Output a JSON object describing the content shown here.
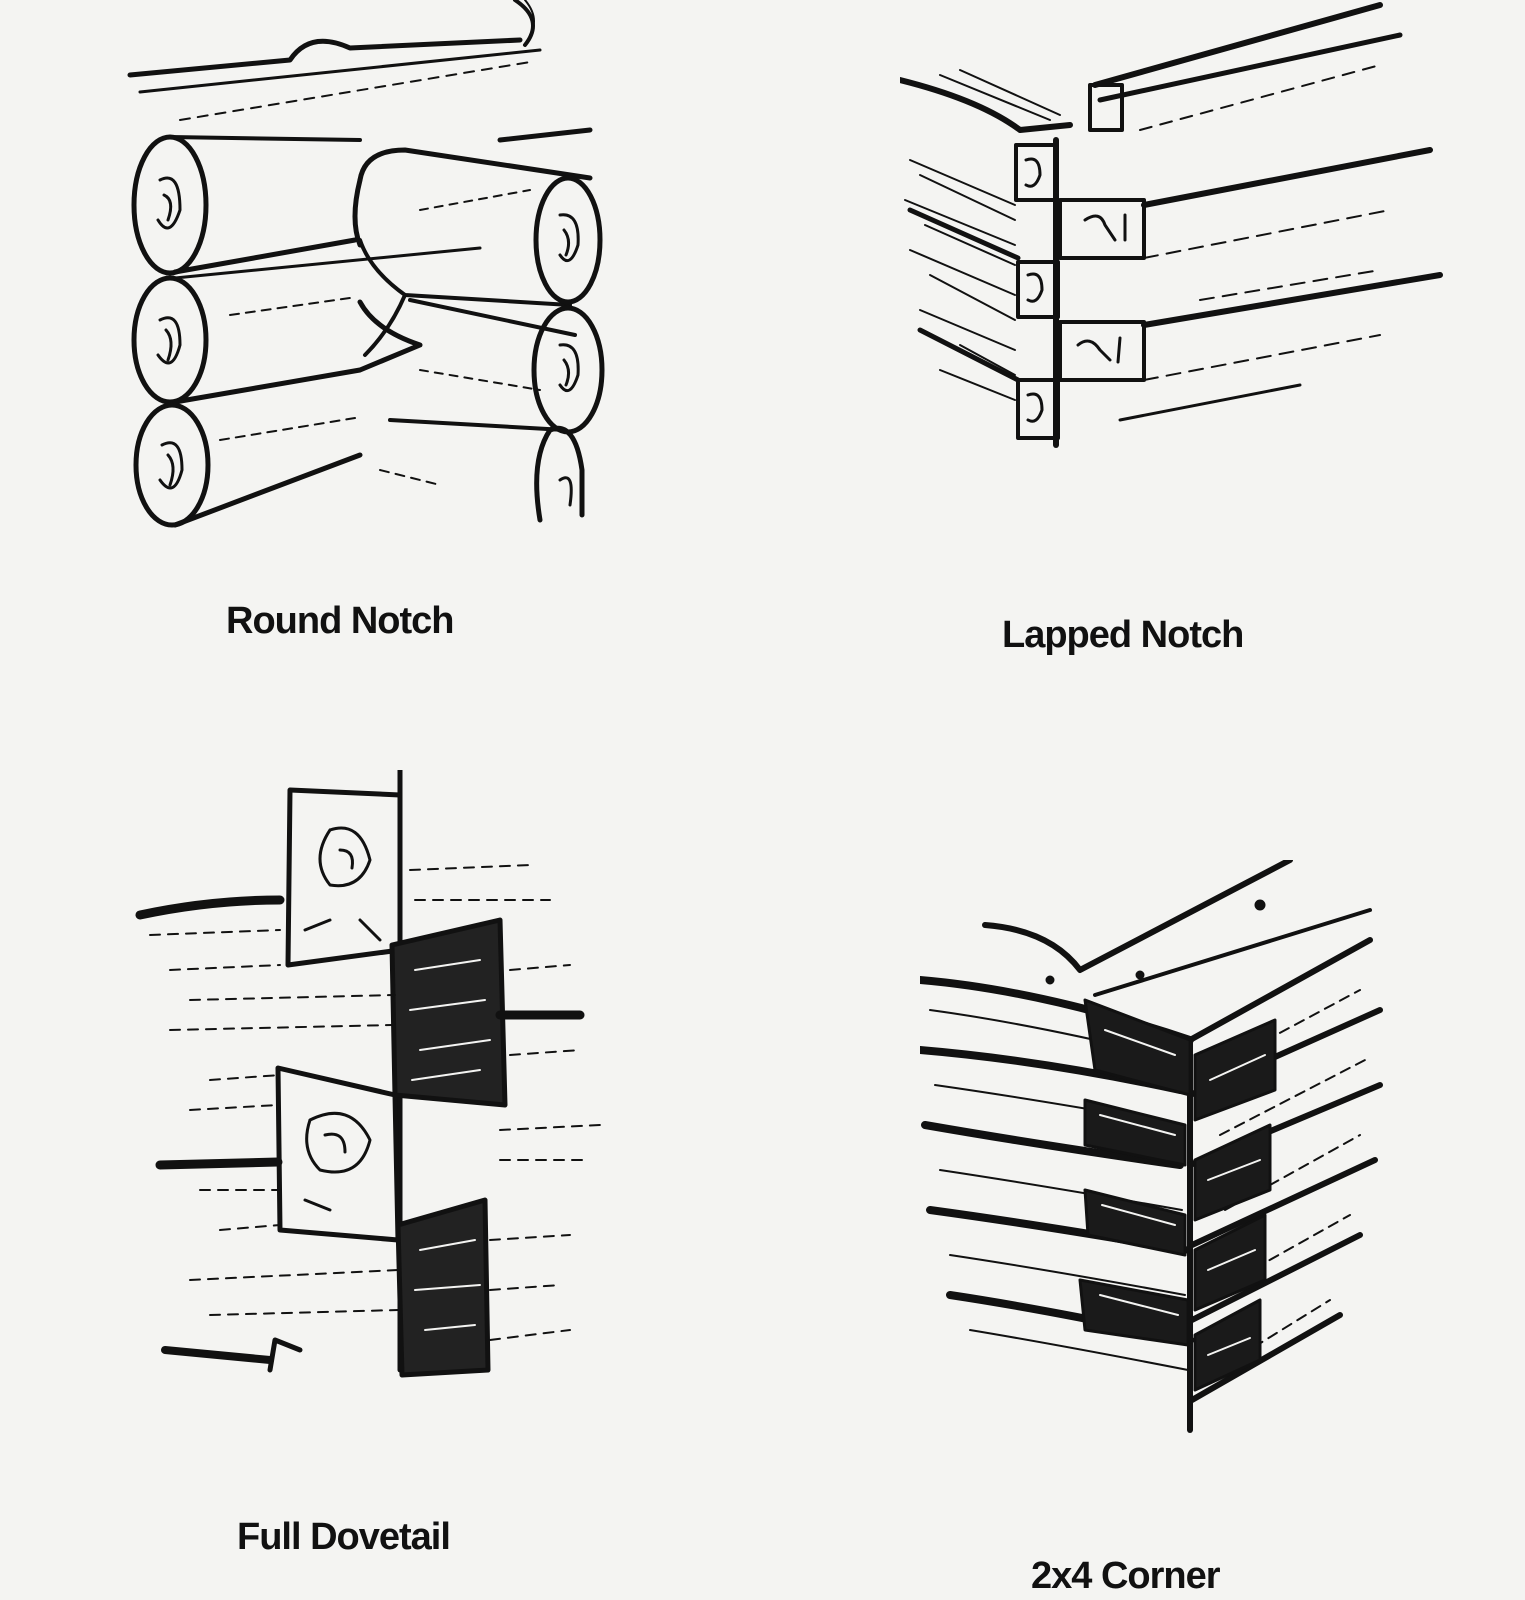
{
  "captions": {
    "round_notch": "Round Notch",
    "lapped_notch": "Lapped Notch",
    "full_dovetail": "Full Dovetail",
    "corner_2x4": "2x4 Corner"
  },
  "colors": {
    "background": "#f4f4f2",
    "ink": "#111111"
  }
}
